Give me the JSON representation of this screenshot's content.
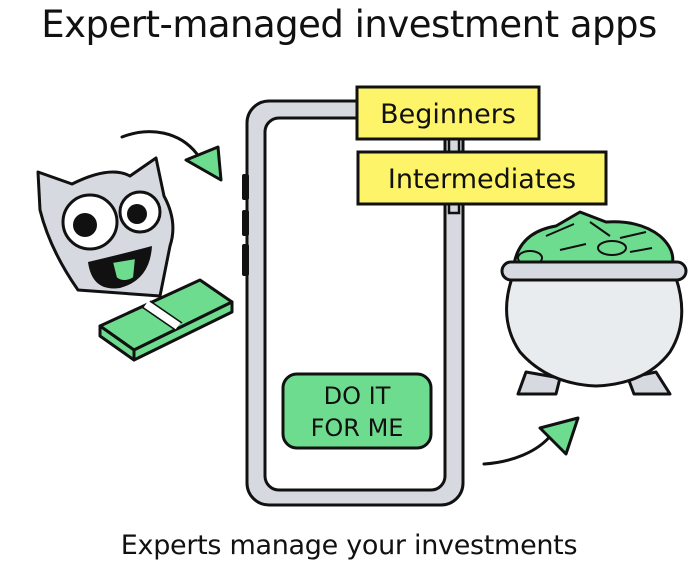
{
  "title": "Expert-managed investment apps",
  "signs": [
    "Beginners",
    "Intermediates"
  ],
  "phone_button": {
    "line1": "DO IT",
    "line2": "FOR ME"
  },
  "caption": "Experts manage your investments",
  "colors": {
    "ink": "#111111",
    "sign_yellow": "#fdf46a",
    "money_green": "#6edc8f",
    "phone_gray": "#d6dae0",
    "pot_gray": "#e9ecef"
  }
}
